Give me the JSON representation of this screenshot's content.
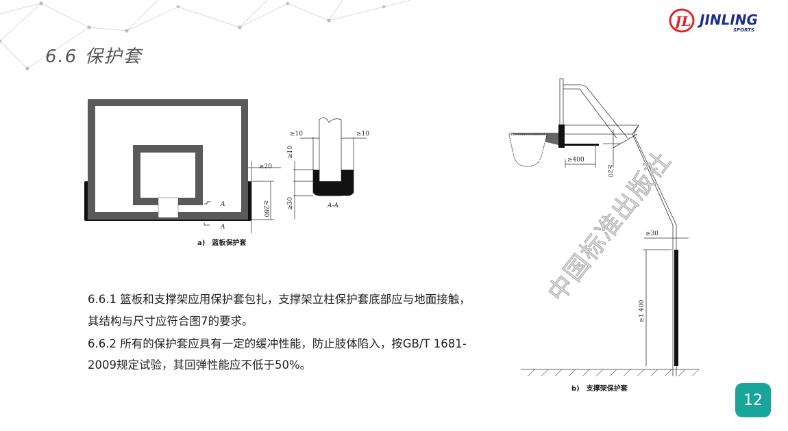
{
  "slide": {
    "title": "6.6 保护套",
    "page_number": "12"
  },
  "logo": {
    "brand": "JINLING",
    "sub": "SPORTS"
  },
  "figure_a": {
    "caption": "a)　篮板保护套",
    "dims": {
      "side": "≥20",
      "height": "≥280",
      "w_left": "≥10",
      "w_right": "≥10",
      "top": "≥10",
      "bottom": "≥30",
      "section": "A-A",
      "mark": "A"
    }
  },
  "figure_b": {
    "caption": "b)　支撑架保护套",
    "dims": {
      "length": "≥400",
      "thick": "≥20",
      "width": "≥30",
      "height": "≥1 400"
    }
  },
  "watermark": "中国标准出版社",
  "body": {
    "lines": [
      "6.6.1  篮板和支撑架应用保护套包扎，支撑架立柱保护套底部应与地面接触，",
      "其结构与尺寸应符合图7的要求。",
      "6.6.2  所有的保护套应具有一定的缓冲性能，防止肢体陷入，按GB/T 1681-",
      "2009规定试验，其回弹性能应不低于50%。"
    ]
  },
  "colors": {
    "accent": "#1aa59a",
    "logo_red": "#e0202a",
    "logo_blue": "#1c2f8c"
  }
}
